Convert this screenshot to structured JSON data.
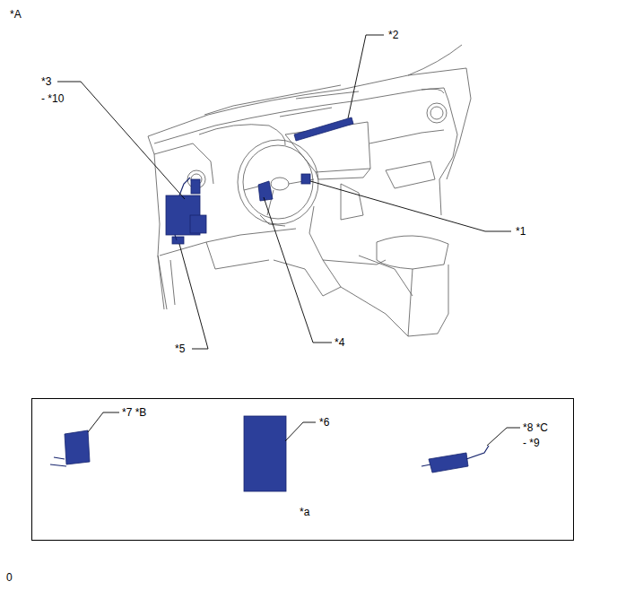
{
  "diagram": {
    "nodes": [
      {
        "text": [
          "*a"
        ]
      }
    ],
    "labels": [
      "*A",
      "*2",
      "*3",
      "- *10",
      "*1",
      "*5",
      "*4",
      "*7 *B",
      "*6",
      "*8 *C",
      "- *9",
      "0"
    ]
  }
}
